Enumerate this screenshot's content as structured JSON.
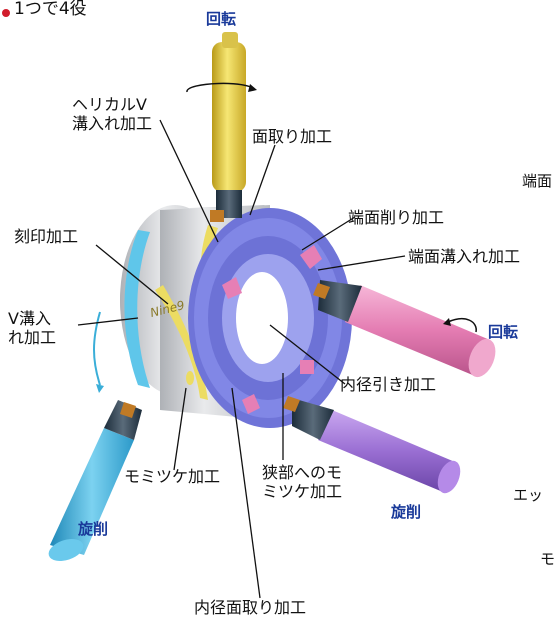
{
  "header": "1つで4役",
  "rotation_labels": {
    "top": "回転",
    "right": "回転"
  },
  "turning_labels": {
    "left": "旋削",
    "right": "旋削"
  },
  "brand": "Nine9",
  "callouts": {
    "helical": "ヘリカルV\n溝入れ加工",
    "chamfer": "面取り加工",
    "end_face": "端面削り加工",
    "face_groove": "端面溝入れ加工",
    "engrave": "刻印加工",
    "v_groove": "V溝入\nれ加工",
    "id_pull": "内径引き加工",
    "knurl": "モミツケ加工",
    "narrow_knurl": "狭部へのモ\nミツケ加工",
    "id_chamfer": "内径面取り加工"
  },
  "cut_off": {
    "a": "端面",
    "b": "エッ",
    "c": "モ"
  },
  "colors": {
    "yellow_tool": "#e8d44a",
    "pink_tool": "#e67fb5",
    "purple_tool": "#9a6fd3",
    "cyan_tool": "#3aaed8",
    "face": "#6f74d8",
    "body": "#d5d7da"
  }
}
